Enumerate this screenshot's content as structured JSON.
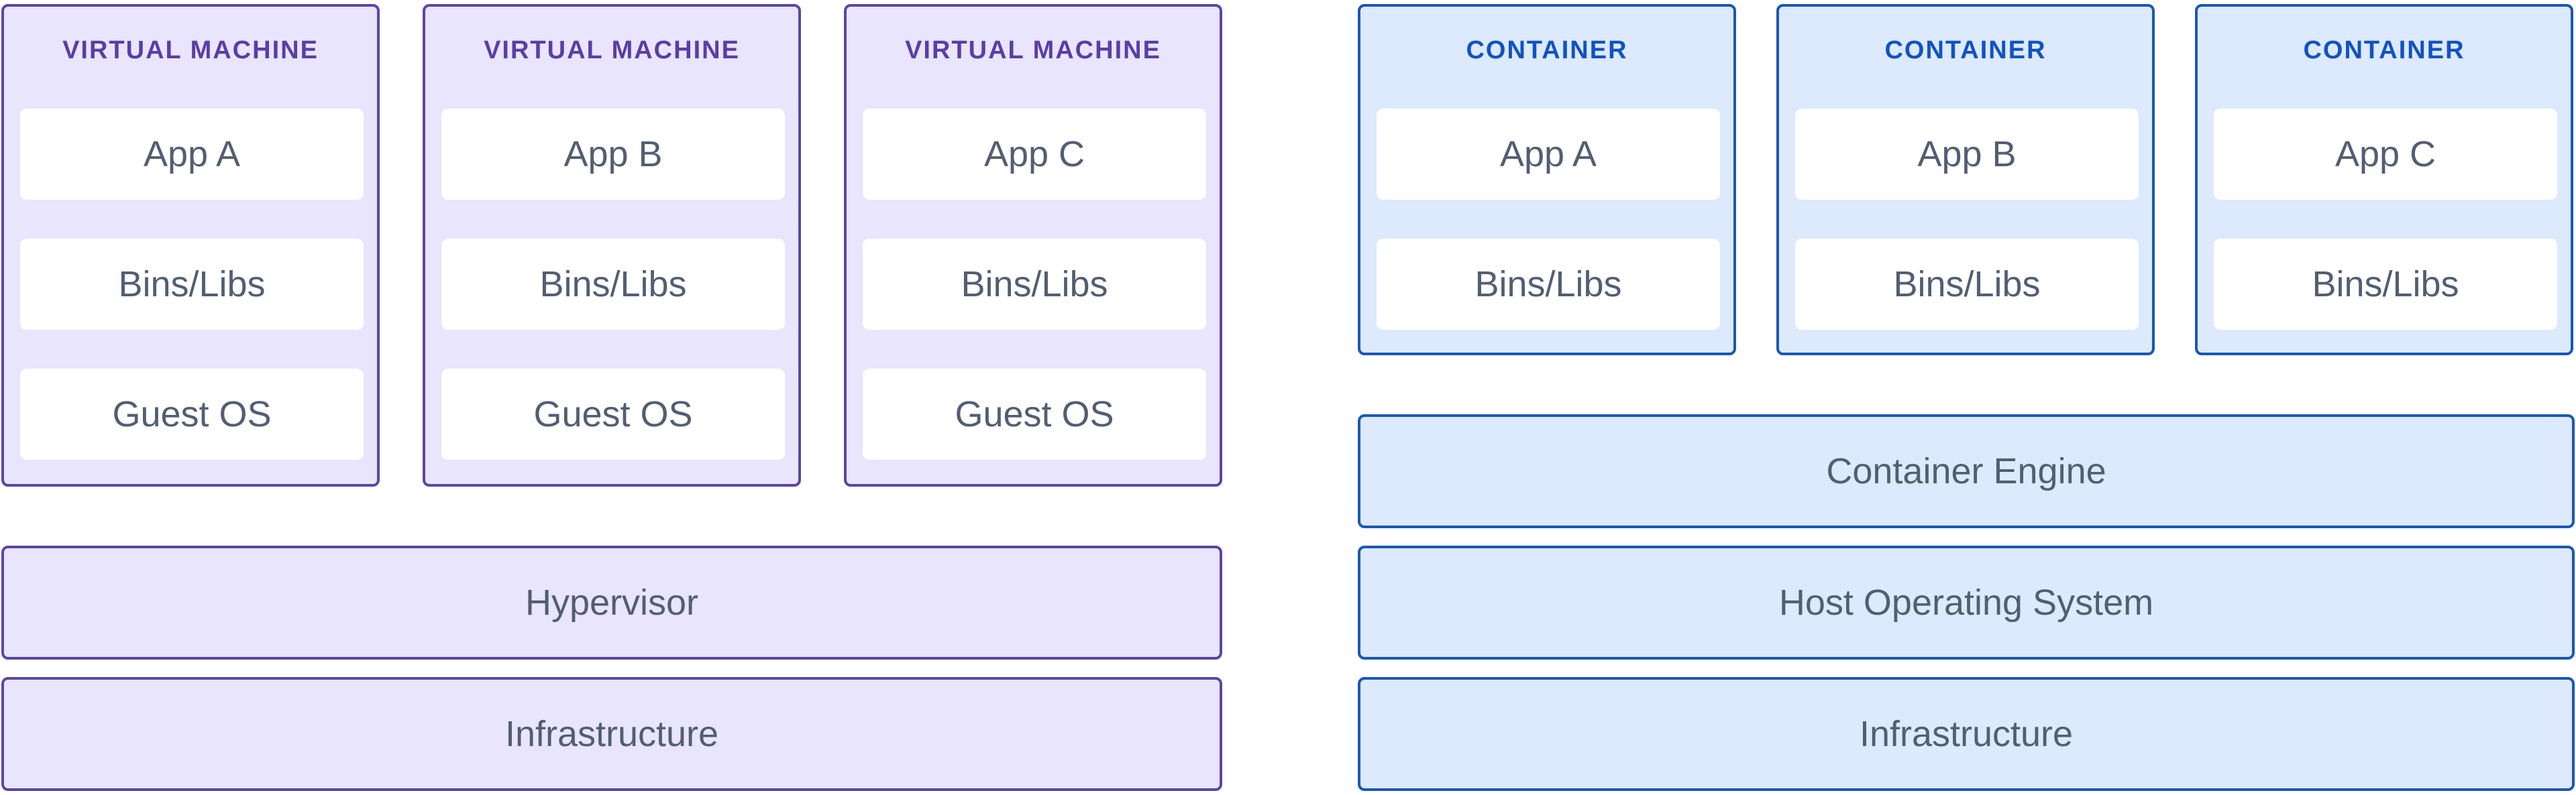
{
  "vm_side": {
    "machines": [
      {
        "header": "VIRTUAL MACHINE",
        "app": "App A",
        "bins": "Bins/Libs",
        "os": "Guest OS"
      },
      {
        "header": "VIRTUAL MACHINE",
        "app": "App B",
        "bins": "Bins/Libs",
        "os": "Guest OS"
      },
      {
        "header": "VIRTUAL MACHINE",
        "app": "App C",
        "bins": "Bins/Libs",
        "os": "Guest OS"
      }
    ],
    "hypervisor": "Hypervisor",
    "infrastructure": "Infrastructure"
  },
  "container_side": {
    "containers": [
      {
        "header": "CONTAINER",
        "app": "App A",
        "bins": "Bins/Libs"
      },
      {
        "header": "CONTAINER",
        "app": "App B",
        "bins": "Bins/Libs"
      },
      {
        "header": "CONTAINER",
        "app": "App C",
        "bins": "Bins/Libs"
      }
    ],
    "engine": "Container Engine",
    "host_os": "Host Operating System",
    "infrastructure": "Infrastructure"
  },
  "colors": {
    "vm_fill": "#e9e5fc",
    "vm_border": "#5b46a4",
    "vm_header": "#5a3ea6",
    "container_fill": "#dde9fc",
    "container_border": "#1a58b4",
    "container_header": "#1153c1",
    "text": "#525e72"
  }
}
